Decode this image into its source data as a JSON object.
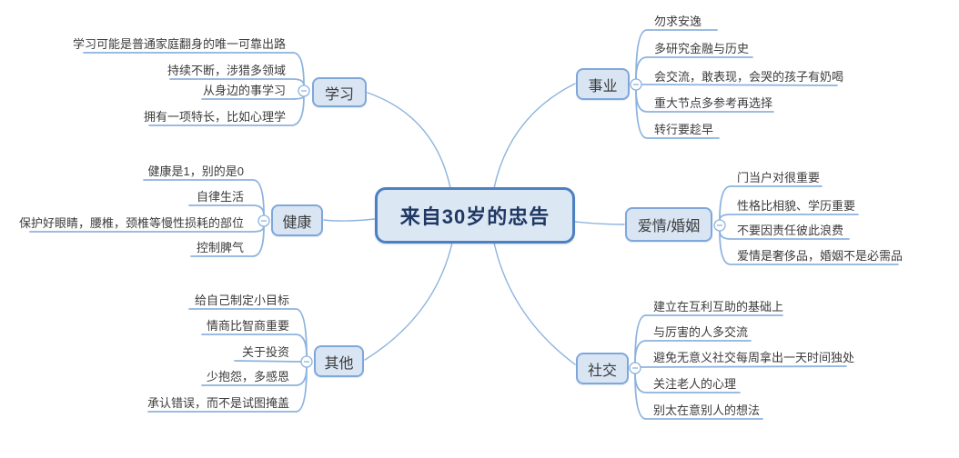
{
  "central": {
    "label": "来自30岁的忠告"
  },
  "branches": [
    {
      "label": "学习",
      "items": [
        "学习可能是普通家庭翻身的唯一可靠出路",
        "持续不断，涉猎多领域",
        "从身边的事学习",
        "拥有一项特长，比如心理学"
      ]
    },
    {
      "label": "事业",
      "items": [
        "勿求安逸",
        "多研究金融与历史",
        "会交流，敢表现，会哭的孩子有奶喝",
        "重大节点多参考再选择",
        "转行要趁早"
      ]
    },
    {
      "label": "健康",
      "items": [
        "健康是1，别的是0",
        "自律生活",
        "保护好眼睛，腰椎，颈椎等慢性损耗的部位",
        "控制脾气"
      ]
    },
    {
      "label": "爱情/婚姻",
      "items": [
        "门当户对很重要",
        "性格比相貌、学历重要",
        "不要因责任彼此浪费",
        "爱情是奢侈品，婚姻不是必需品"
      ]
    },
    {
      "label": "其他",
      "items": [
        "给自己制定小目标",
        "情商比智商重要",
        "关于投资",
        "少抱怨，多感恩",
        "承认错误，而不是试图掩盖"
      ]
    },
    {
      "label": "社交",
      "items": [
        "建立在互利互助的基础上",
        "与厉害的人多交流",
        "避免无意义社交每周拿出一天时间独处",
        "关注老人的心理",
        "别太在意别人的想法"
      ]
    }
  ],
  "colors": {
    "line": "#8db3de",
    "central_border": "#4d80c0",
    "central_fill": "#dce7f4",
    "central_text": "#1f3864",
    "branch_border": "#7fa8d9",
    "branch_fill": "#d9e5f3",
    "leaf_text": "#3c3c3c"
  }
}
